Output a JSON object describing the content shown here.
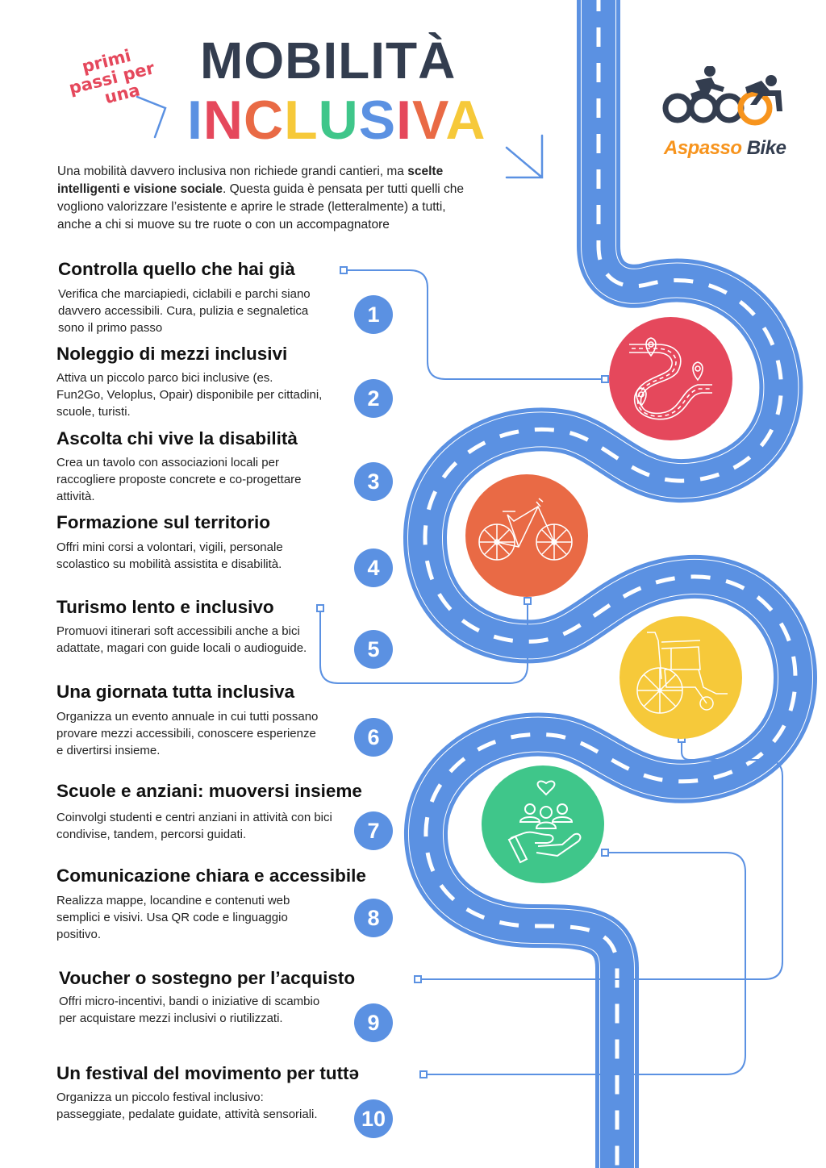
{
  "header": {
    "handwritten_lines": [
      "primi",
      "passi per",
      "una"
    ],
    "title_line1": "MOBILITÀ",
    "title_line2_letters": [
      {
        "char": "I",
        "color": "#5b91e2"
      },
      {
        "char": "N",
        "color": "#e5485c"
      },
      {
        "char": "C",
        "color": "#e96a45"
      },
      {
        "char": "L",
        "color": "#f6c93a"
      },
      {
        "char": "U",
        "color": "#3fc68a"
      },
      {
        "char": "S",
        "color": "#5b91e2"
      },
      {
        "char": "I",
        "color": "#e5485c"
      },
      {
        "char": "V",
        "color": "#e96a45"
      },
      {
        "char": "A",
        "color": "#f6c93a"
      }
    ]
  },
  "logo": {
    "brand_part1": "Aspasso",
    "brand_part2": "Bike",
    "colors": {
      "orange": "#f7941d",
      "dark": "#333d4f"
    }
  },
  "intro": {
    "text_before_bold": "Una mobilità davvero inclusiva non richiede grandi cantieri, ma ",
    "bold": "scelte intelligenti e visione sociale",
    "text_after_bold": ". Questa guida è pensata per tutti quelli che vogliono valorizzare l’esistente e aprire le strade (letteralmente) a tutti, anche a chi si muove su tre ruote o con un accompagnatore"
  },
  "steps": [
    {
      "number": "1",
      "title": "Controlla quello che hai già",
      "description": "Verifica che marciapiedi, ciclabili e parchi siano davvero accessibili. Cura, pulizia e segnaletica sono il primo passo"
    },
    {
      "number": "2",
      "title": "Noleggio di mezzi inclusivi",
      "description": "Attiva un piccolo parco bici inclusive (es. Fun2Go, Veloplus, Opair) disponibile per cittadini, scuole, turisti."
    },
    {
      "number": "3",
      "title": "Ascolta chi vive la disabilità",
      "description": "Crea un tavolo con associazioni locali per raccogliere proposte concrete e co-progettare attività."
    },
    {
      "number": "4",
      "title": "Formazione sul territorio",
      "description": "Offri mini corsi a volontari, vigili, personale scolastico su mobilità assistita e disabilità."
    },
    {
      "number": "5",
      "title": "Turismo lento e inclusivo",
      "description": "Promuovi itinerari soft accessibili anche a bici adattate, magari con guide locali o audioguide."
    },
    {
      "number": "6",
      "title": "Una giornata tutta inclusiva",
      "description": "Organizza un evento annuale in cui tutti possano provare mezzi accessibili, conoscere esperienze e divertirsi insieme."
    },
    {
      "number": "7",
      "title": "Scuole e anziani: muoversi insieme",
      "description": "Coinvolgi studenti e centri anziani in attività con bici condivise, tandem, percorsi guidati."
    },
    {
      "number": "8",
      "title": "Comunicazione chiara e accessibile",
      "description": "Realizza mappe, locandine e contenuti web semplici e visivi. Usa QR code e linguaggio positivo."
    },
    {
      "number": "9",
      "title": "Voucher o sostegno per l’acquisto",
      "description": "Offri micro-incentivi, bandi o iniziative di scambio per acquistare mezzi inclusivi o riutilizzati."
    },
    {
      "number": "10",
      "title": "Un festival del movimento per tuttə",
      "description": "Organizza un piccolo festival inclusivo: passeggiate, pedalate guidate, attività sensoriali."
    }
  ],
  "illustrations": [
    {
      "icon": "winding-route-with-pins-icon",
      "color": "#e5485c"
    },
    {
      "icon": "bicycle-icon",
      "color": "#e96a45"
    },
    {
      "icon": "wheelchair-icon",
      "color": "#f6c93a"
    },
    {
      "icon": "hand-holding-people-heart-icon",
      "color": "#3fc68a"
    }
  ],
  "theme": {
    "road_color": "#5b91e2",
    "badge_color": "#5b91e2",
    "connector_color": "#5b91e2"
  }
}
